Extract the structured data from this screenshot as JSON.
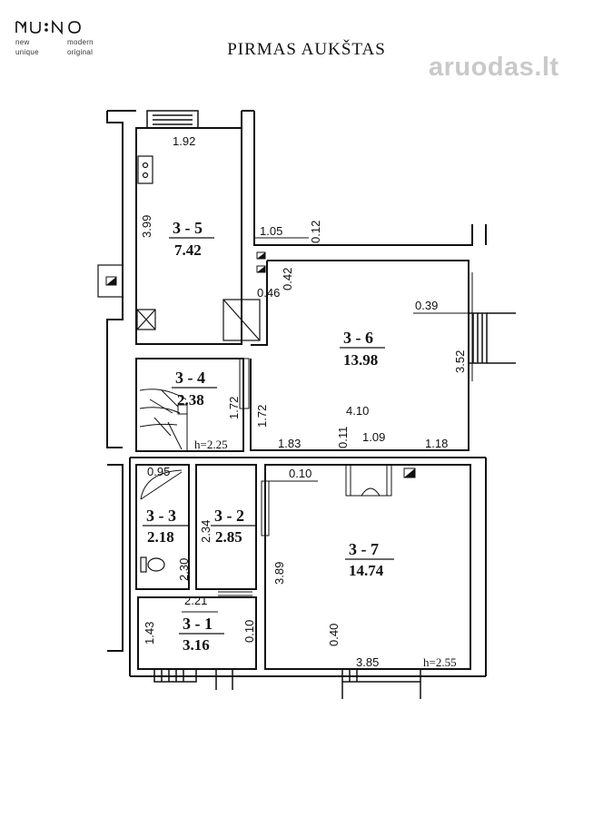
{
  "brand": {
    "logo": "NU:NO",
    "tag_new": "new",
    "tag_modern": "modern",
    "tag_unique": "unique",
    "tag_original": "original"
  },
  "title": "PIRMAS AUKŠTAS",
  "watermark": "aruodas.lt",
  "rooms": [
    {
      "id": "3 - 5",
      "area": "7.42"
    },
    {
      "id": "3 - 6",
      "area": "13.98"
    },
    {
      "id": "3 - 4",
      "area": "2.38"
    },
    {
      "id": "3 - 3",
      "area": "2.18"
    },
    {
      "id": "3 - 2",
      "area": "2.85"
    },
    {
      "id": "3 - 7",
      "area": "14.74"
    },
    {
      "id": "3 - 1",
      "area": "3.16"
    }
  ],
  "dimensions": [
    "1.92",
    "3.99",
    "1.05",
    "0.12",
    "0.42",
    "0.46",
    "0.39",
    "3.52",
    "1.72",
    "1.72",
    "4.10",
    "0.11",
    "1.83",
    "1.09",
    "1.18",
    "0.95",
    "0.10",
    "2.34",
    "2.30",
    "3.89",
    "2.21",
    "1.43",
    "0.10",
    "0.40",
    "3.85"
  ],
  "heights": [
    "h=2.25",
    "h=2.55"
  ]
}
